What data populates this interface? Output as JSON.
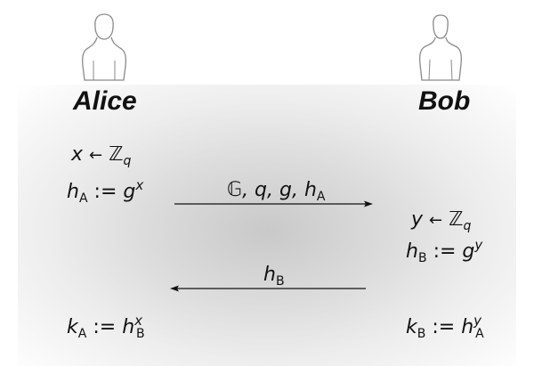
{
  "parties": {
    "alice": {
      "name": "Alice"
    },
    "bob": {
      "name": "Bob"
    }
  },
  "alice_steps": {
    "sample": {
      "var": "x",
      "arrow": "←",
      "set": "ℤ",
      "set_sub": "q"
    },
    "public": {
      "var": "h",
      "var_sub": "A",
      "assign": ":=",
      "base": "g",
      "exp": "x"
    },
    "key": {
      "var": "k",
      "var_sub": "A",
      "assign": ":=",
      "base": "h",
      "base_sub": "B",
      "exp": "x"
    }
  },
  "bob_steps": {
    "sample": {
      "var": "y",
      "arrow": "←",
      "set": "ℤ",
      "set_sub": "q"
    },
    "public": {
      "var": "h",
      "var_sub": "B",
      "assign": ":=",
      "base": "g",
      "exp": "y"
    },
    "key": {
      "var": "k",
      "var_sub": "B",
      "assign": ":=",
      "base": "h",
      "base_sub": "A",
      "exp": "y"
    }
  },
  "messages": {
    "to_bob": {
      "group": "𝔾",
      "rest": ", q, g, ",
      "h": "h",
      "h_sub": "A"
    },
    "to_alice": {
      "h": "h",
      "h_sub": "B"
    }
  },
  "colors": {
    "figure_outline": "#8a8a8a",
    "arrow": "#111111"
  }
}
